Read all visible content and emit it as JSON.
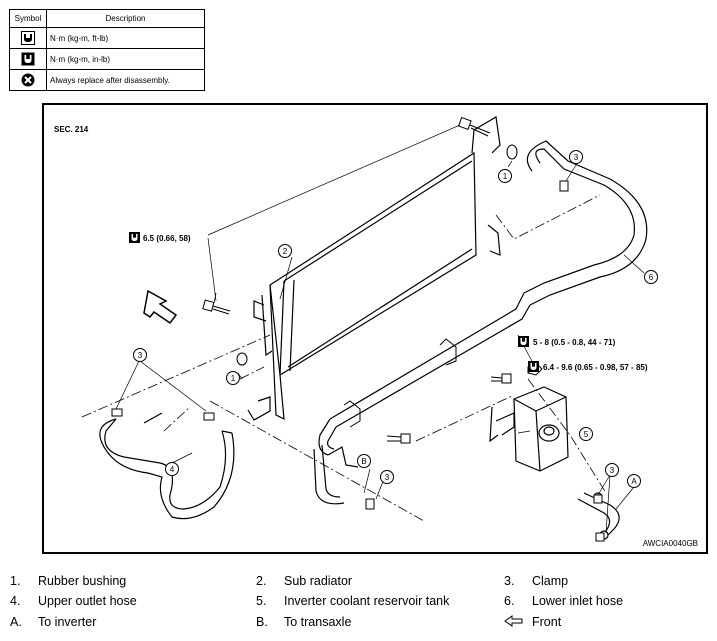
{
  "symbol_table": {
    "header_symbol": "Symbol",
    "header_description": "Description",
    "rows": [
      {
        "icon": "torque-ft-lb-icon",
        "description": "N·m (kg-m, ft-lb)"
      },
      {
        "icon": "torque-in-lb-icon",
        "description": "N·m (kg-m, in-lb)"
      },
      {
        "icon": "replace-part-icon",
        "description": "Always replace after disassembly."
      }
    ]
  },
  "diagram": {
    "section": "SEC. 214",
    "code": "AWCIA0040GB",
    "torques": [
      {
        "icon": "torque-in-lb-icon",
        "value": "6.5 (0.66, 58)"
      },
      {
        "icon": "torque-in-lb-icon",
        "value": "5 - 8 (0.5 - 0.8, 44 - 71)"
      },
      {
        "icon": "torque-in-lb-icon",
        "value": "6.4 - 9.6 (0.65 - 0.98, 57 - 85)"
      }
    ],
    "callouts": {
      "n1": "1",
      "n2": "2",
      "n3": "3",
      "n4": "4",
      "n5": "5",
      "n6": "6",
      "a": "A",
      "b": "B"
    }
  },
  "legend": [
    {
      "key": "1.",
      "label": "Rubber bushing"
    },
    {
      "key": "2.",
      "label": "Sub radiator"
    },
    {
      "key": "3.",
      "label": "Clamp"
    },
    {
      "key": "4.",
      "label": "Upper outlet hose"
    },
    {
      "key": "5.",
      "label": "Inverter coolant reservoir tank"
    },
    {
      "key": "6.",
      "label": "Lower inlet hose"
    },
    {
      "key": "A.",
      "label": "To inverter"
    },
    {
      "key": "B.",
      "label": "To transaxle"
    },
    {
      "key": "",
      "label": "Front",
      "icon": "front-arrow-icon"
    }
  ]
}
